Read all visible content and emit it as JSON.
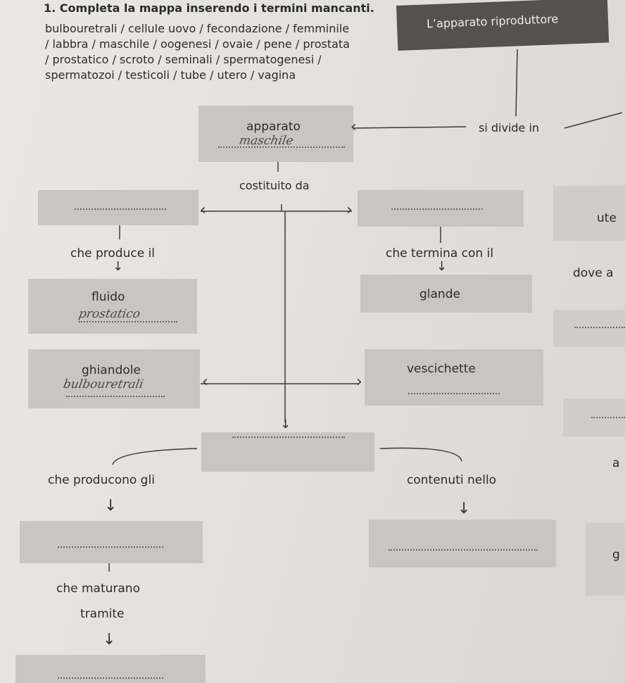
{
  "exercise": {
    "number": "1.",
    "instruction": "Completa la mappa inserendo i termini mancanti.",
    "word_list_lines": [
      "bulbouretrali / cellule uovo / fecondazione / femminile",
      "/ labbra / maschile / oogenesi / ovaie / pene / prostata",
      "/ prostatico / scroto / seminali / spermatogenesi /",
      "spermatozoi / testicoli / tube / utero / vagina"
    ]
  },
  "map": {
    "root_title": "L’apparato riproduttore",
    "divides_in": "si divide in",
    "apparato_label": "apparato",
    "apparato_answer": "maschile",
    "constituted_by": "costituito da",
    "produces": "che produce il",
    "fluid_label": "fluido",
    "fluid_answer": "prostatico",
    "ends_with": "che termina con il",
    "glande_label": "glande",
    "glands_label": "ghiandole",
    "glands_answer": "bulbouretrali",
    "vesicles_label": "vescichette",
    "producing": "che producono gli",
    "contained_in": "contenuti nello",
    "mature_through": "che maturano",
    "tramite": "tramite",
    "right_fragment_1": "ute",
    "right_fragment_2": "dove a",
    "right_fragment_3": "a",
    "right_fragment_4": "g"
  }
}
